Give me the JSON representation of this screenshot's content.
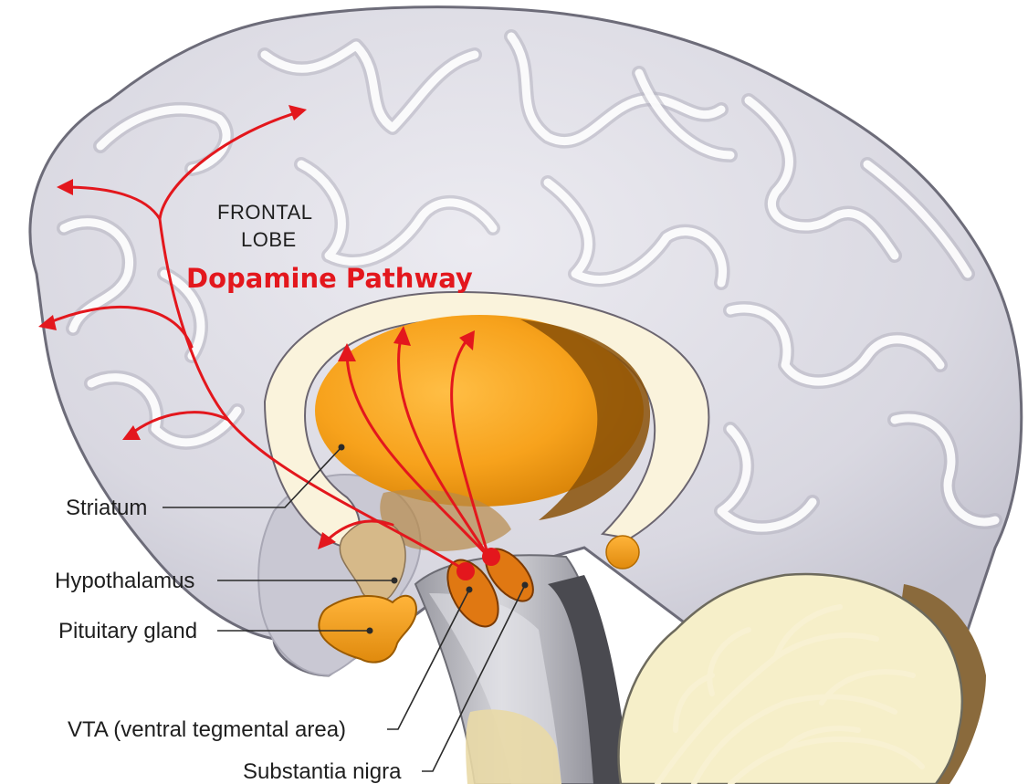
{
  "diagram": {
    "title": "Dopamine Pathway",
    "region_label_line1": "FRONTAL",
    "region_label_line2": "LOBE",
    "labels": {
      "striatum": "Striatum",
      "hypothalamus": "Hypothalamus",
      "pituitary": "Pituitary gland",
      "vta": "VTA (ventral tegmental area)",
      "substantia_nigra": "Substantia nigra"
    }
  },
  "colors": {
    "pathway": "#e3171d",
    "title": "#e3171d",
    "striatum": "#f5a623",
    "brain": "#dcdbe3",
    "cerebellum": "#f6efc9",
    "brainstem": "#b9b9bf"
  }
}
